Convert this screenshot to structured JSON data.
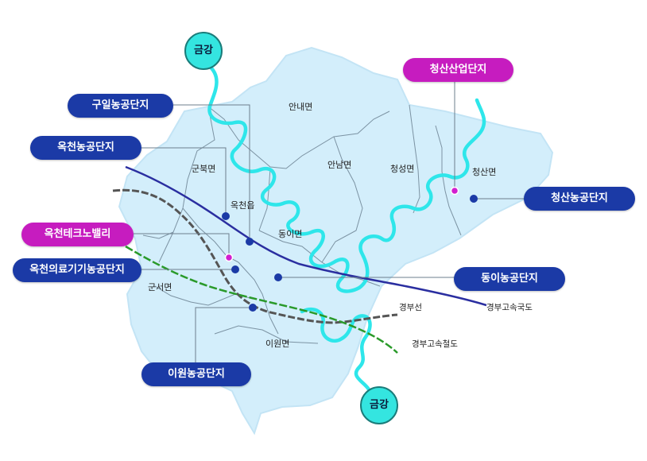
{
  "colors": {
    "land": "#d3eefb",
    "land_edge": "#c3e4f5",
    "boundary": "#7c93a3",
    "river": "#2ee6ea",
    "highway": "#2a2ea0",
    "railway_green": "#2a9a2a",
    "railway_gray": "#555555",
    "callout_blue": "#1b3aa6",
    "callout_magenta": "#c61cbf",
    "marker_blue": "#1b3aa6",
    "marker_magenta": "#d21ed0"
  },
  "regions": {
    "annae": "안내면",
    "gunbuk": "군북면",
    "annam": "안남면",
    "cheongseong": "청성면",
    "cheongsan": "청산면",
    "okcheon_eup": "옥천읍",
    "dongi": "동이면",
    "gunseo": "군서면",
    "iwon": "이원면"
  },
  "routes": {
    "gyeongbu_line": "경부선",
    "gyeongbu_expressway": "경부고속국도",
    "gyeongbu_hsr": "경부고속철도"
  },
  "callouts": {
    "guil": "구일농공단지",
    "okcheon_agri": "옥천농공단지",
    "cheongsan_industrial": "청산산업단지",
    "cheongsan_agri": "청산농공단지",
    "okcheon_techno": "옥천테크노밸리",
    "okcheon_medical": "옥천의료기기농공단지",
    "dongi_agri": "동이농공단지",
    "iwon_agri": "이원농공단지"
  },
  "river": {
    "top_label": "금강",
    "bottom_label": "금강"
  },
  "icons": [
    "marker-dot-icon",
    "river-badge-icon"
  ]
}
